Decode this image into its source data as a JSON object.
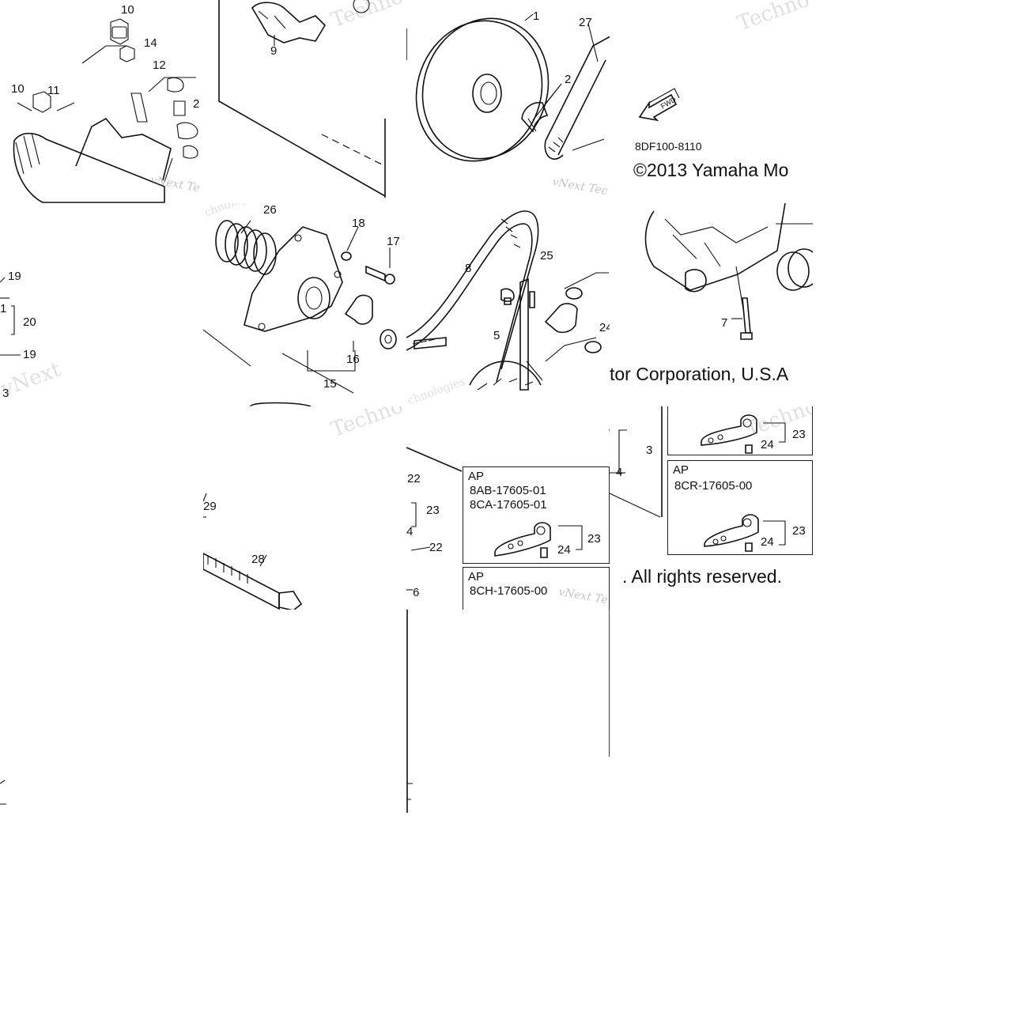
{
  "callouts": {
    "c10a": "10",
    "c14": "14",
    "c12": "12",
    "c2a": "2",
    "c10b": "10",
    "c11": "11",
    "c9": "9",
    "c1": "1",
    "c27": "27",
    "c2b": "2",
    "c26": "26",
    "c18": "18",
    "c17": "17",
    "c16": "16",
    "c15": "15",
    "c8": "8",
    "c25": "25",
    "c5": "5",
    "c24a": "24",
    "c7": "7",
    "c19a": "19",
    "c1b": "1",
    "c20": "20",
    "c19b": "19",
    "c3a": "3",
    "c29": "29",
    "c28": "28",
    "c22a": "22",
    "c23a": "23",
    "c4a": "4",
    "c22b": "22",
    "c6": "6",
    "c23b": "23",
    "c24b": "24",
    "c3b": "3",
    "c4b": "4",
    "c23c": "23",
    "c24c": "24",
    "c23d": "23",
    "c24d": "24"
  },
  "part_code": "8DF100-8110",
  "copyright": {
    "seg1": "©2013 Yamaha Mo",
    "seg2": "tor Corporation, U.S.A",
    "seg3": ". All rights reserved."
  },
  "fwd_label": "FWD",
  "boxes": [
    {
      "tag": "AP",
      "pn1": "8AB-17605-01",
      "pn2": "8CA-17605-01"
    },
    {
      "tag": "AP",
      "pn1": "8CH-17605-00",
      "pn2": ""
    },
    {
      "tag": "AP",
      "pn1": "8CR-17605-00",
      "pn2": ""
    }
  ],
  "watermarks": {
    "w1": "Techno",
    "w2": "Techno",
    "w3": "vNext",
    "w4": "Techno",
    "w5": "vNext Te",
    "w6": "vNext Tec",
    "w7": "chnologies",
    "w8": "vNext Te",
    "w9": "vNext Te",
    "w10": "chnologies"
  }
}
